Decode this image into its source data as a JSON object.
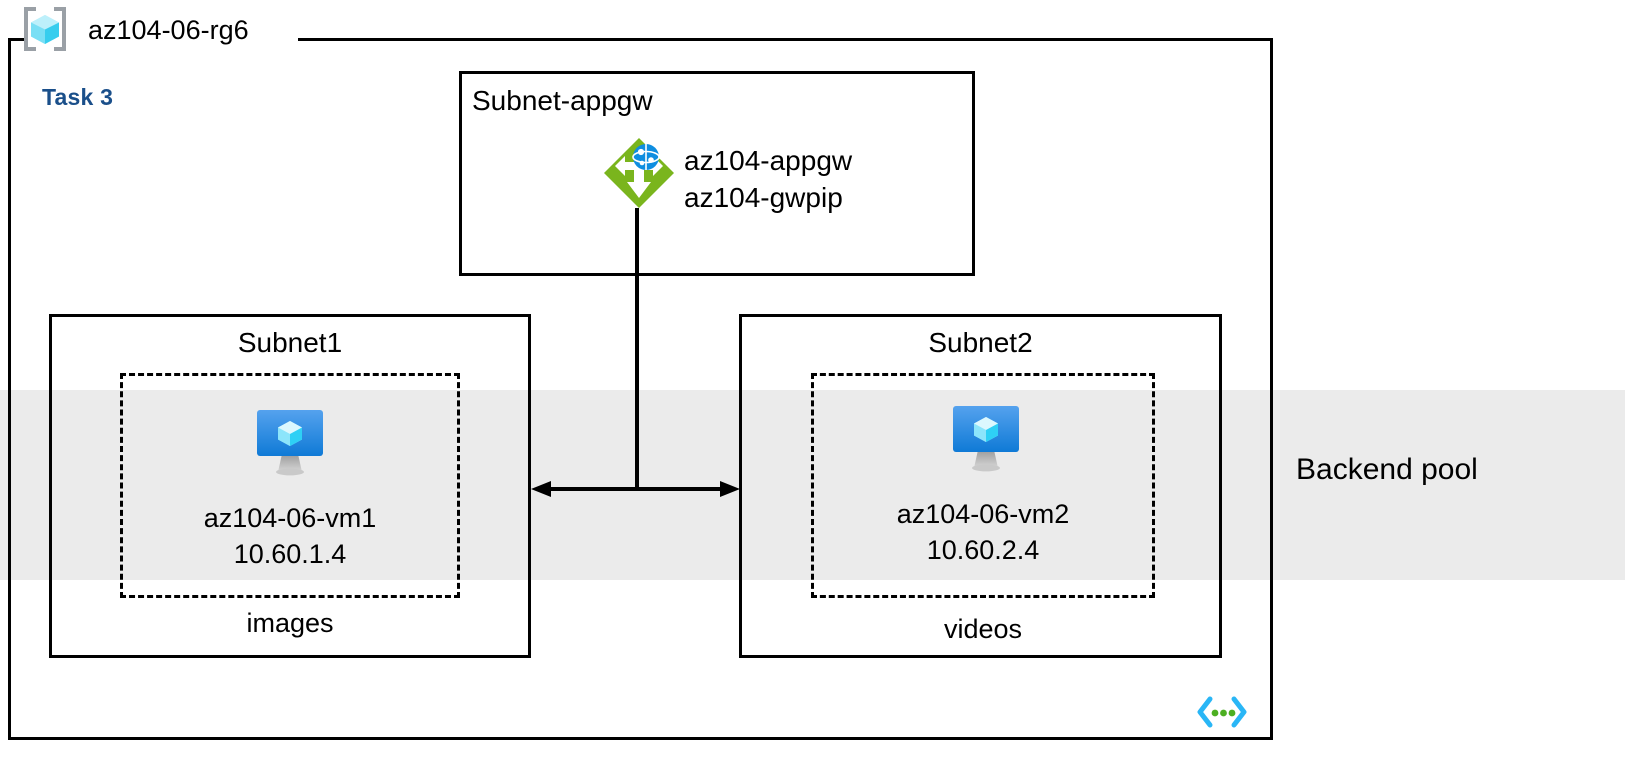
{
  "diagram": {
    "title": "az104-06-rg6",
    "task_label": "Task 3",
    "resource_group_icon": "azure-resource-group-icon",
    "code_icon": "azure-code-chevron-icon"
  },
  "backend_pool": {
    "label": "Backend pool",
    "band_color": "#ebebeb"
  },
  "appgw_subnet": {
    "title": "Subnet-appgw",
    "icon": "application-gateway-icon",
    "resources": [
      "az104-appgw",
      "az104-gwpip"
    ],
    "resources_text": "az104-appgw\naz104-gwpip"
  },
  "subnets": [
    {
      "title": "Subnet1",
      "vm_icon": "virtual-machine-icon",
      "vm_name": "az104-06-vm1",
      "vm_ip": "10.60.1.4",
      "vm_text": "az104-06-vm1\n10.60.1.4",
      "storage_label": "images"
    },
    {
      "title": "Subnet2",
      "vm_icon": "virtual-machine-icon",
      "vm_name": "az104-06-vm2",
      "vm_ip": "10.60.2.4",
      "vm_text": "az104-06-vm2\n10.60.2.4",
      "storage_label": "videos"
    }
  ],
  "colors": {
    "task_accent": "#1a4f8a",
    "appgw_green": "#7ab51d",
    "vm_blue": "#1b8bde",
    "rg_cube": "#5ad6f0",
    "code_cyan": "#29b6f6",
    "code_green": "#4caf21",
    "stroke": "#000000"
  }
}
